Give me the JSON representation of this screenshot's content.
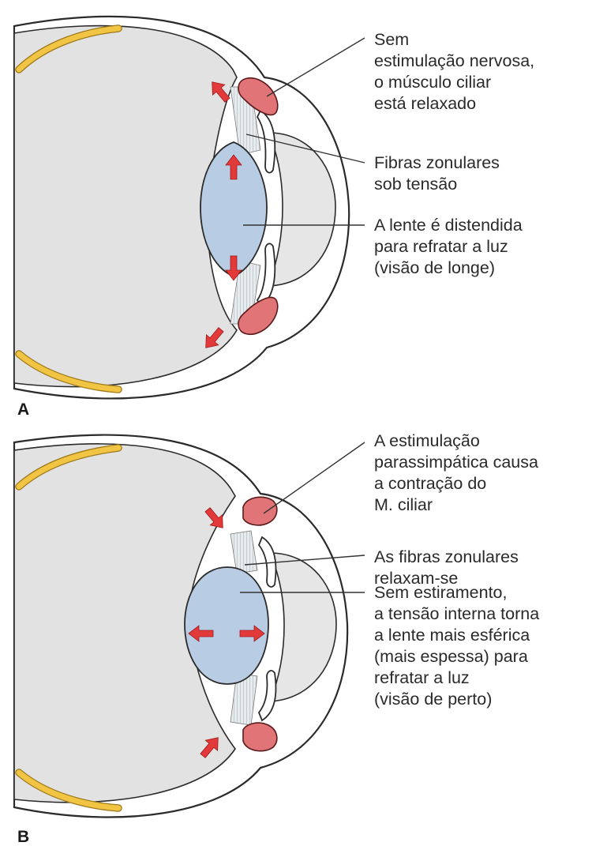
{
  "panels": {
    "a": {
      "letter": "A",
      "labels": {
        "muscle": [
          "Sem",
          "estimulação nervosa,",
          "o músculo ciliar",
          "está relaxado"
        ],
        "fibers": [
          "Fibras zonulares",
          "sob tensão"
        ],
        "lens": [
          "A lente é distendida",
          "para refratar a luz",
          "(visão de longe)"
        ]
      }
    },
    "b": {
      "letter": "B",
      "labels": {
        "muscle": [
          "A estimulação",
          "parassimpática causa",
          "a contração do",
          "M. ciliar"
        ],
        "fibers": [
          "As fibras zonulares",
          "relaxam-se"
        ],
        "lens": [
          "Sem estiramento,",
          "a tensão interna torna",
          "a lente mais esférica",
          "(mais espessa) para",
          "refratar a luz",
          "(visão de perto)"
        ]
      }
    }
  },
  "colors": {
    "muscle": "#e07476",
    "lens": "#b8cde4",
    "retina": "#f2c443",
    "vitreous": "#e2e2e2",
    "arrow": "#e23a3a"
  }
}
